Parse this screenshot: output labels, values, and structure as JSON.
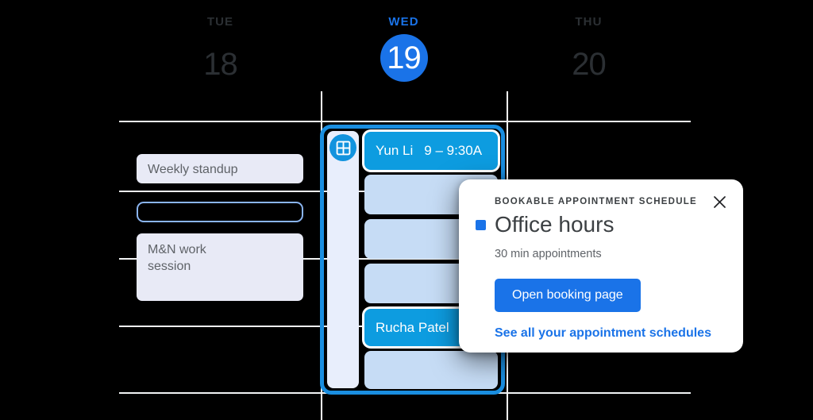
{
  "colors": {
    "accent_blue": "#1a73e8",
    "chip_blue": "#0d9ce0",
    "frame_blue": "#1a8ee0",
    "slot_light_blue": "#c6dcf5",
    "event_light": "#e8eaf6",
    "text_dark": "#3c4043",
    "text_gray": "#5f6368",
    "gridline": "#f1f3f4"
  },
  "header": {
    "days": [
      {
        "dow": "TUE",
        "num": "18",
        "today": false
      },
      {
        "dow": "WED",
        "num": "19",
        "today": true
      },
      {
        "dow": "THU",
        "num": "20",
        "today": false
      }
    ]
  },
  "tuesday_column": {
    "events": [
      {
        "title": "Weekly standup",
        "style": "solid-light"
      },
      {
        "title": "",
        "style": "outline"
      },
      {
        "title": "M&N work session",
        "style": "solid-light"
      }
    ]
  },
  "wednesday_column": {
    "rail_icon": "grid-icon",
    "slots": [
      {
        "name": "Yun Li",
        "time": "9 – 9:30A",
        "booked": true
      },
      {
        "name": "",
        "time": "",
        "booked": false
      },
      {
        "name": "",
        "time": "",
        "booked": false
      },
      {
        "name": "",
        "time": "",
        "booked": false
      },
      {
        "name": "Rucha Patel",
        "time": "",
        "booked": true
      },
      {
        "name": "",
        "time": "",
        "booked": false
      }
    ]
  },
  "popup": {
    "eyebrow": "BOOKABLE APPOINTMENT SCHEDULE",
    "title": "Office hours",
    "subtitle": "30 min appointments",
    "primary_button": "Open booking page",
    "link": "See all your appointment schedules",
    "close_icon": "close-icon"
  }
}
